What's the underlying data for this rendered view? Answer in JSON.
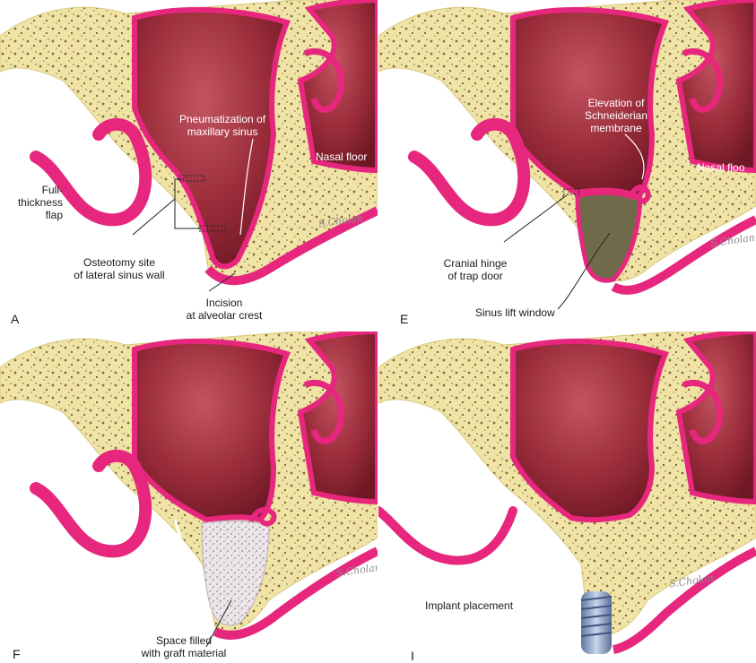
{
  "colors": {
    "bone": "#efe4a6",
    "bone_dot": "#8b6a3a",
    "mucosa": "#e7277e",
    "sinus_dark": "#8a1e2e",
    "sinus_light": "#b84a55",
    "graft": "#e9e3e6",
    "window_fill": "#6f6b4a",
    "implant": "#8fa6c9"
  },
  "panels": [
    {
      "letter": "A",
      "signature": "S.Cholan",
      "labels": {
        "pneumatization": "Pneumatization of\nmaxillary sinus",
        "nasal_floor": "Nasal floor",
        "flap": "Full-\nthickness\nflap",
        "osteotomy": "Osteotomy site\nof lateral sinus wall",
        "incision": "Incision\nat alveolar crest"
      }
    },
    {
      "letter": "E",
      "signature": "S.Cholan",
      "labels": {
        "elevation": "Elevation of\nSchneiderian\nmembrane",
        "nasal_floor": "Nasal floo",
        "hinge": "Cranial hinge\nof trap door",
        "window": "Sinus lift window"
      }
    },
    {
      "letter": "F",
      "signature": "S.Cholan",
      "labels": {
        "graft": "Space filled\nwith graft material"
      }
    },
    {
      "letter": "I",
      "signature": "S.Cholan",
      "labels": {
        "implant": "Implant placement"
      }
    }
  ]
}
